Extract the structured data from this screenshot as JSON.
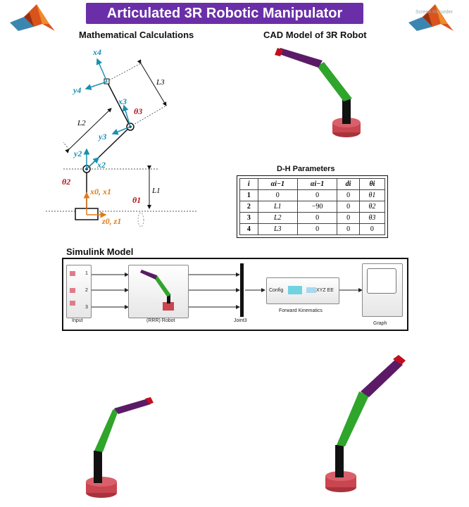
{
  "header": {
    "title": "Articulated 3R Robotic Manipulator"
  },
  "watermark": "Screen Recorder",
  "sections": {
    "math": "Mathematical Calculations",
    "cad": "CAD Model of 3R Robot",
    "dh": "D-H Parameters",
    "simulink": "Simulink Model"
  },
  "diagram": {
    "x4": "x4",
    "y4": "y4",
    "x3": "x3",
    "y3": "y3",
    "x2": "x2",
    "y2": "y2",
    "x0x1": "x0, x1",
    "z0z1": "z0, z1",
    "theta1": "θ1",
    "theta2": "θ2",
    "theta3": "θ3",
    "L1": "L1",
    "L2": "L2",
    "L3": "L3"
  },
  "dh_table": {
    "headers": [
      "i",
      "αi−1",
      "αi−1",
      "di",
      "θi"
    ],
    "rows": [
      [
        "1",
        "0",
        "0",
        "0",
        "θ1"
      ],
      [
        "2",
        "L1",
        "−90",
        "0",
        "θ2"
      ],
      [
        "3",
        "L2",
        "0",
        "0",
        "θ3"
      ],
      [
        "4",
        "L3",
        "0",
        "0",
        "0"
      ]
    ]
  },
  "simulink": {
    "input_label": "Input",
    "port1": "1",
    "port2": "2",
    "port3": "3",
    "robot_label": "(RRR) Robot",
    "joint_label": "Joint3",
    "fk_in": "Config",
    "fk_out": "XYZ EE",
    "fk_label": "Forward Kinematics",
    "graph_label": "Graph"
  },
  "colors": {
    "banner": "#6a2fa8",
    "base": "#c9454f",
    "link_black": "#111111",
    "link_green": "#2fa52b",
    "link_purple": "#5b1a66",
    "end_red": "#c0101f",
    "axis_teal": "#1a8fb0",
    "axis_orange": "#e07b1a",
    "theta_red": "#b0141c"
  }
}
